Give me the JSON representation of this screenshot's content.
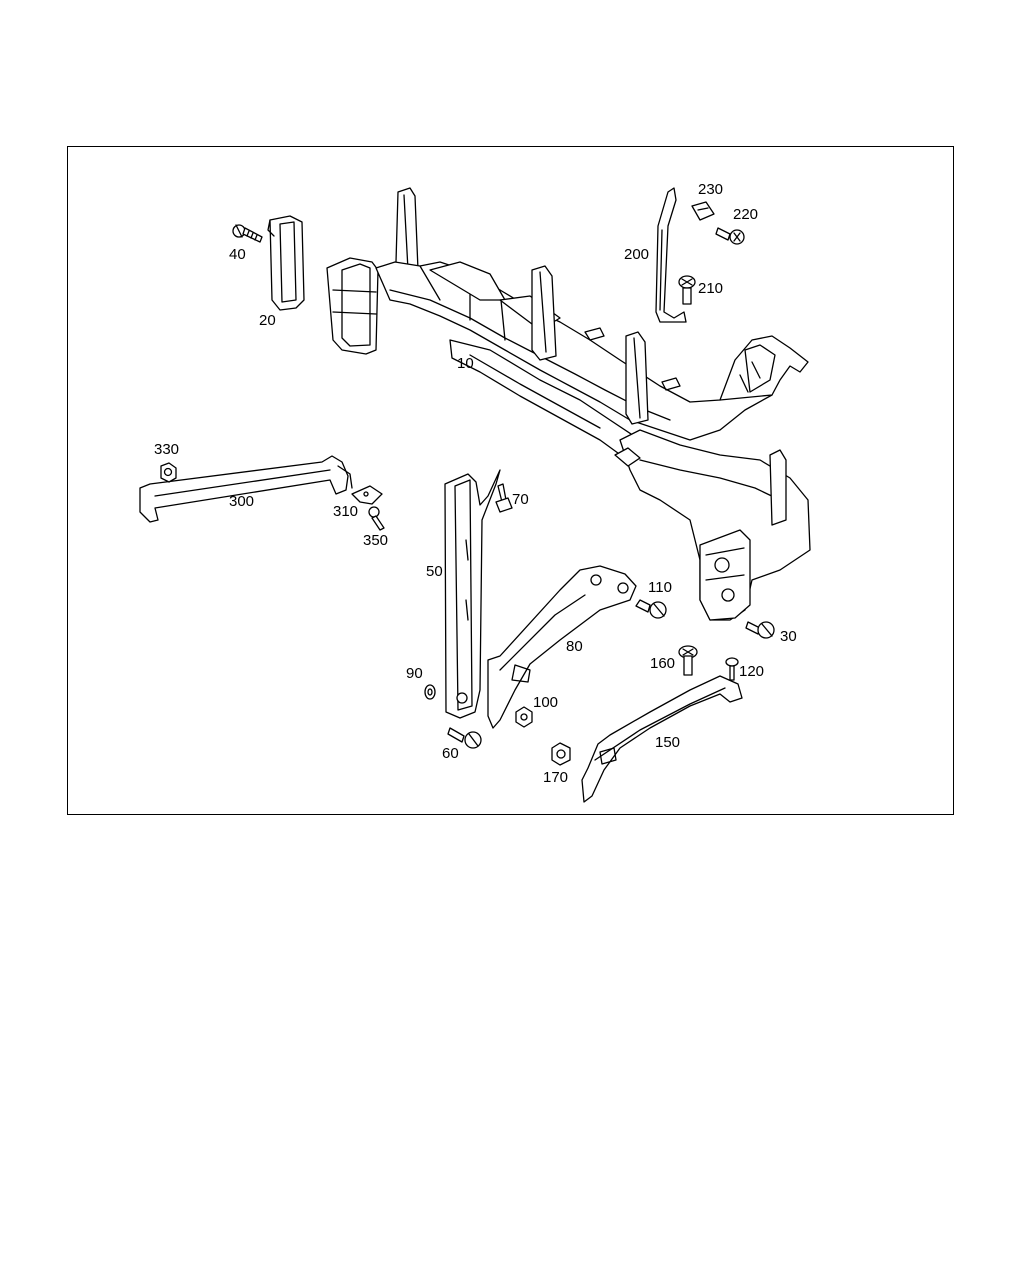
{
  "callouts": {
    "c10": "10",
    "c20": "20",
    "c30": "30",
    "c40": "40",
    "c50": "50",
    "c60": "60",
    "c70": "70",
    "c80": "80",
    "c90": "90",
    "c100": "100",
    "c110": "110",
    "c120": "120",
    "c150": "150",
    "c160": "160",
    "c170": "170",
    "c200": "200",
    "c210": "210",
    "c220": "220",
    "c230": "230",
    "c300": "300",
    "c310": "310",
    "c330": "330",
    "c350": "350"
  }
}
